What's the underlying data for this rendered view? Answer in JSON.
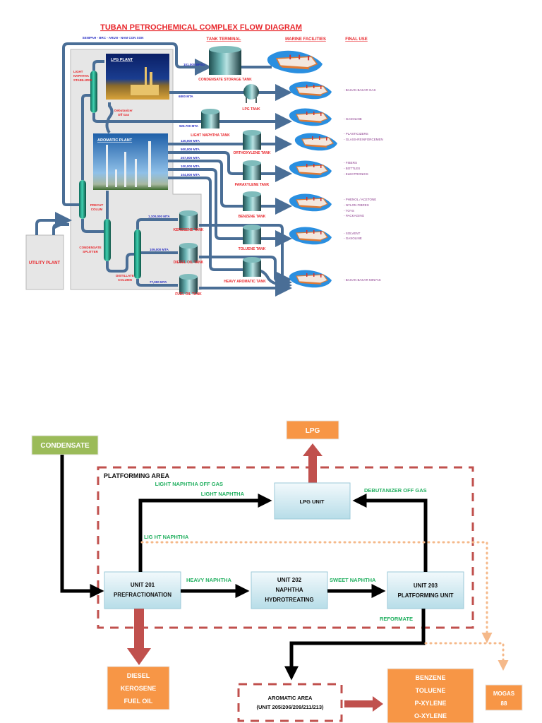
{
  "top_diagram": {
    "title": "TUBAN PETROCHEMICAL COMPLEX FLOW DIAGRAM",
    "source_label": "SENIPAH - BRC - ARUN - NAM CON SON",
    "column_headers": {
      "tank_terminal": "TANK TERMINAL",
      "marine_facilities": "MARINE FACILITIES",
      "final_use": "FINAL USE"
    },
    "plants": {
      "lpg_plant": "LPG PLANT",
      "aromatic_plant": "AROMATIC PLANT",
      "utility_plant": "UTILITY PLANT"
    },
    "columns": {
      "light_naphtha_stabilizer": [
        "LIGHT",
        "NAPHTHA",
        "STABILIZER"
      ],
      "debutanizer_off_gas": [
        "Debutanizer",
        "Off Gas"
      ],
      "precut_colum": [
        "PRECUT",
        "COLUM"
      ],
      "condensate_splitter": [
        "CONDENSATE",
        "SPLITTER"
      ],
      "distillate_column": [
        "DISTILLATE",
        "COLUMN"
      ]
    },
    "flows": {
      "condensate_bpsd": "101.000 BPSD",
      "lpg_mta": "6800 MTA",
      "light_naphtha_mta": "925.700 MTA",
      "orthoxylene_mta": "120,000 MTA",
      "paraxylene_mta": "500,000 MTA",
      "benzene_mta": "207,000 MTA",
      "toluene_mta": "100,000 MTA",
      "heavy_aromatic_mta": "104,000 MTA",
      "kerosene_mta": "1,100,000 MTA",
      "diesel_mta": "109,000 MTA",
      "fuel_oil_mta": "77,000 MTA"
    },
    "tanks": {
      "condensate": "CONDENSATE STORAGE TANK",
      "lpg": "LPG TANK",
      "light_naphtha": "LIGHT NAPHTHA TANK",
      "orthoxylene": "ORTHOXYLENE TANK",
      "paraxylene": "PARAXYLENE TANK",
      "benzene": "BENZENE TANK",
      "toluene": "TOLUENE TANK",
      "heavy_aromatic": "HEAVY AROMATIC TANK",
      "kerosene": "KEROSENE TANK",
      "diesel_oil": "DIESEL OIL TANK",
      "fuel_oil": "FUEL OIL TANK"
    },
    "final_uses": {
      "lpg": [
        "- BAHAN BAKAR GAS"
      ],
      "gasoline": [
        "- GASOLINE"
      ],
      "orthoxylene": [
        "- PLASTICIZERS",
        "- GLASS-REINFORCEMEN"
      ],
      "paraxylene": [
        "- FIBERS",
        "- BOTTLES",
        "- ELECTRONICS"
      ],
      "benzene": [
        "- PHENOL / ACETONE",
        "- NYLON FIBRES",
        "- TOYS",
        "- PACKAGING"
      ],
      "toluene": [
        "- SOLVENT",
        "- GASOLINE"
      ],
      "fuel": [
        "- BAHAN BAKAR MINYAK"
      ]
    }
  },
  "bottom_diagram": {
    "condensate": "CONDENSATE",
    "lpg": "LPG",
    "area_label": "PLATFORMING AREA",
    "lpg_unit": "LPG UNIT",
    "unit_201": [
      "UNIT 201",
      "PREFRACTIONATION"
    ],
    "unit_202": [
      "UNIT 202",
      "NAPHTHA",
      "HYDROTREATING"
    ],
    "unit_203": [
      "UNIT 203",
      "PLATFORMING UNIT"
    ],
    "stream_labels": {
      "light_naphtha_off_gas": "LIGHT NAPHTHA OFF GAS",
      "light_naphtha_top": "LIGHT NAPHTHA",
      "light_naphtha_dotted": "LIG HT NAPHTHA",
      "debutanizer_off_gas": "DEBUTANIZER OFF GAS",
      "heavy_naphtha": "HEAVY NAPHTHA",
      "sweet_naphtha": "SWEET NAPHTHA",
      "reformate": "REFORMATE"
    },
    "products_201": [
      "DIESEL",
      "KEROSENE",
      "FUEL OIL"
    ],
    "aromatic_area": [
      "AROMATIC AREA",
      "(UNIT 205/206/209/211/213)"
    ],
    "aromatic_products": [
      "BENZENE",
      "TOLUENE",
      "P-XYLENE",
      "O-XYLENE"
    ],
    "mogas": [
      "MOGAS",
      "88"
    ]
  },
  "colors": {
    "title_red": "#e8262b",
    "flow_blue": "#2b31c4",
    "pipe_blue": "#4a6e96",
    "final_use_purple": "#8a3a8c",
    "condensate_green": "#9bbb59",
    "product_orange": "#f79646",
    "area_dash_red": "#c0504d",
    "stream_green": "#22b060",
    "dotted_orange": "#f5b98a"
  }
}
